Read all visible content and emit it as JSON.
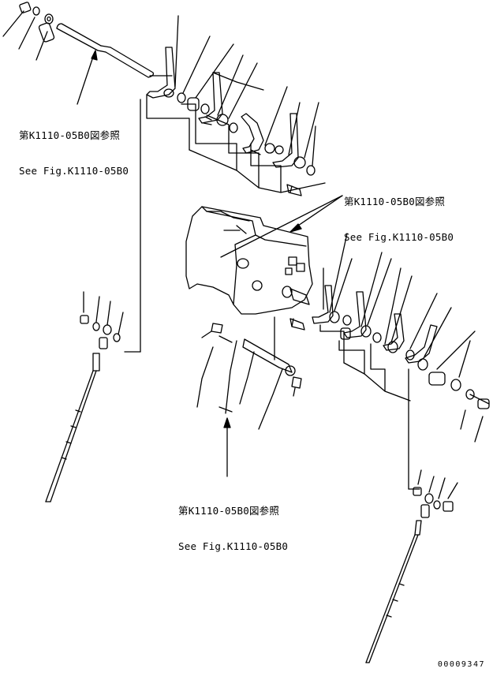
{
  "references": [
    {
      "jp": "第K1110-05B0図参照",
      "en": "See Fig.K1110-05B0"
    },
    {
      "jp": "第K1110-05B0図参照",
      "en": "See Fig.K1110-05B0"
    },
    {
      "jp": "第K1110-05B0図参照",
      "en": "See Fig.K1110-05B0"
    }
  ],
  "drawing_number": "00009347"
}
